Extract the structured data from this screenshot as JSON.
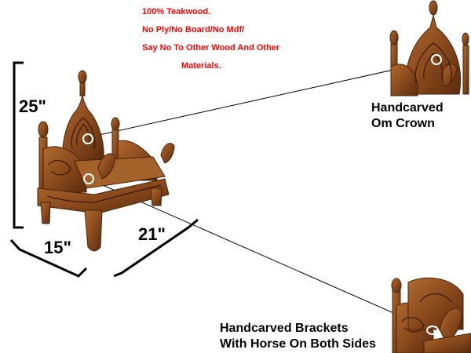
{
  "notes": [
    "100% Teakwood.",
    "No Ply/No Board/No Mdf/",
    "Say No To Other Wood And Other",
    "Materials."
  ],
  "dimensions": {
    "height": "25\"",
    "width": "15\"",
    "depth": "21\""
  },
  "captions": {
    "crown": [
      "Handcarved",
      "Om Crown"
    ],
    "brackets": [
      "Handcarved Brackets",
      "With Horse On Both Sides"
    ]
  },
  "colors": {
    "note": "#ff0000",
    "wood": "#8a4a1c",
    "wood_dark": "#5a2c0c",
    "wood_light": "#b06a2e"
  }
}
